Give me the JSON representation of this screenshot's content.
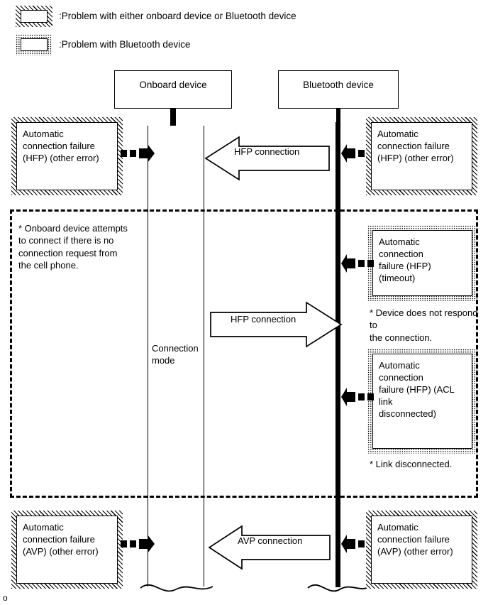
{
  "legend": {
    "items": [
      {
        "swatch": "hatched-swatch",
        "label": ":Problem with either onboard device or Bluetooth device"
      },
      {
        "swatch": "dotted-swatch",
        "label": ":Problem with Bluetooth device"
      }
    ]
  },
  "devices": {
    "onboard": "Onboard device",
    "bluetooth": "Bluetooth device"
  },
  "lane_label": "Connection\nmode",
  "boxes": {
    "hfp_other_error_left": "Automatic\nconnection failure\n(HFP) (other error)",
    "hfp_other_error_right": "Automatic\nconnection failure\n(HFP) (other error)",
    "hfp_timeout": "Automatic connection\nfailure (HFP) (timeout)",
    "hfp_acl": "Automatic connection\nfailure (HFP) (ACL link\ndisconnected)",
    "avp_other_error_left": "Automatic\nconnection failure\n(AVP) (other error)",
    "avp_other_error_right": "Automatic\nconnection failure\n(AVP) (other error)"
  },
  "arrows": {
    "hfp_connection_top": "HFP connection",
    "hfp_connection_mid": "HFP connection",
    "avp_connection_bottom": "AVP connection"
  },
  "notes": {
    "onboard_attempt": "* Onboard device attempts\nto connect if there is no\nconnection request from\nthe cell phone.",
    "no_response": "* Device does not respond to\nthe connection.",
    "link_disconnected": "* Link disconnected."
  },
  "footer_mark": "o",
  "colors": {
    "stroke": "#000000",
    "background": "#ffffff"
  }
}
